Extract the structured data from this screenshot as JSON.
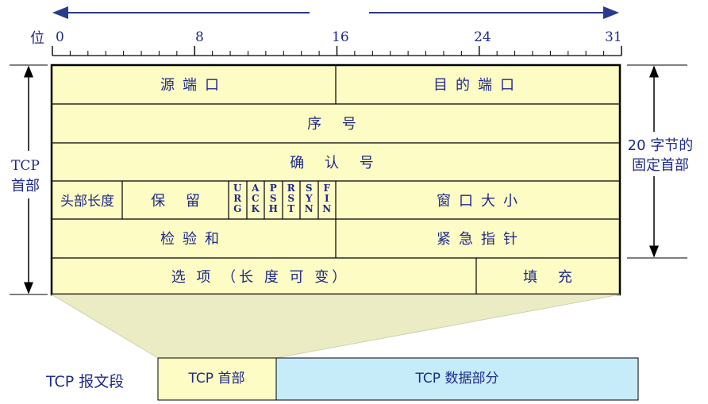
{
  "ruler": {
    "label": "位",
    "ticks": [
      "0",
      "8",
      "16",
      "24",
      "31"
    ]
  },
  "header_fields": {
    "src_port": "源端口",
    "dst_port": "目的端口",
    "seq": "序 号",
    "ack_num": "确 认 号",
    "hdr_len": "头部长度",
    "reserved": "保 留",
    "flags": [
      [
        "U",
        "R",
        "G"
      ],
      [
        "A",
        "C",
        "K"
      ],
      [
        "P",
        "S",
        "H"
      ],
      [
        "R",
        "S",
        "T"
      ],
      [
        "S",
        "Y",
        "N"
      ],
      [
        "F",
        "I",
        "N"
      ]
    ],
    "window": "窗口大小",
    "checksum": "检验和",
    "urgent": "紧急指针",
    "options": "选 项 （长 度 可 变）",
    "padding": "填 充"
  },
  "side": {
    "left_line1": "TCP",
    "left_line2": "首部",
    "right_line1": "20 字节的",
    "right_line2": "固定首部"
  },
  "segment": {
    "label": "TCP 报文段",
    "header_part": "TCP 首部",
    "data_part": "TCP 数据部分"
  },
  "colors": {
    "header_fill": "#fcfcc4",
    "data_fill": "#c6ecfa",
    "text": "#1e2a8a",
    "line": "#000000",
    "arrow": "#2a3a8c"
  }
}
